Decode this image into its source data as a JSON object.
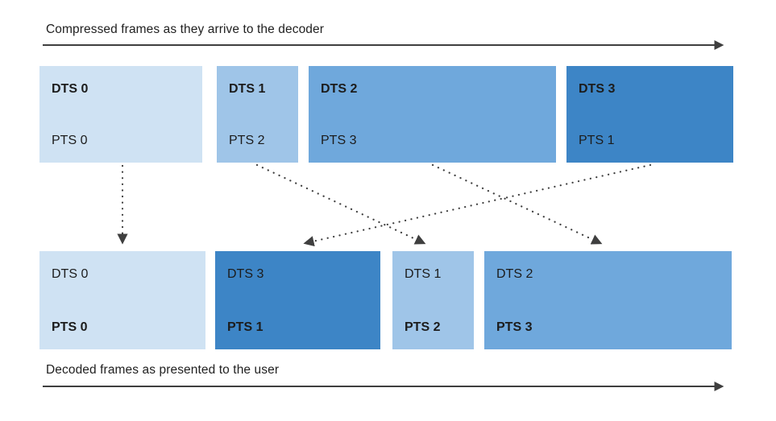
{
  "diagram": {
    "top_caption": "Compressed frames as they arrive to the decoder",
    "bottom_caption": "Decoded frames as presented to the user",
    "top_row": {
      "boxes": [
        {
          "dts": "DTS 0",
          "pts": "PTS 0",
          "color": "#cfe2f3"
        },
        {
          "dts": "DTS 1",
          "pts": "PTS 2",
          "color": "#9fc5e8"
        },
        {
          "dts": "DTS 2",
          "pts": "PTS 3",
          "color": "#6fa8dc"
        },
        {
          "dts": "DTS 3",
          "pts": "PTS 1",
          "color": "#3d85c6"
        }
      ]
    },
    "bottom_row": {
      "boxes": [
        {
          "dts": "DTS 0",
          "pts": "PTS 0",
          "color": "#cfe2f3"
        },
        {
          "dts": "DTS 3",
          "pts": "PTS 1",
          "color": "#3d85c6"
        },
        {
          "dts": "DTS 1",
          "pts": "PTS 2",
          "color": "#9fc5e8"
        },
        {
          "dts": "DTS 2",
          "pts": "PTS 3",
          "color": "#6fa8dc"
        }
      ]
    },
    "connections": [
      {
        "from_dts": "DTS 0",
        "to_pts": "PTS 0"
      },
      {
        "from_dts": "DTS 1",
        "to_pts": "PTS 2"
      },
      {
        "from_dts": "DTS 2",
        "to_pts": "PTS 3"
      },
      {
        "from_dts": "DTS 3",
        "to_pts": "PTS 1"
      }
    ],
    "colors": {
      "frame_lightest": "#cfe2f3",
      "frame_light": "#9fc5e8",
      "frame_medium": "#6fa8dc",
      "frame_dark": "#3d85c6",
      "arrow": "#3f3f3f",
      "text": "#212121"
    }
  }
}
